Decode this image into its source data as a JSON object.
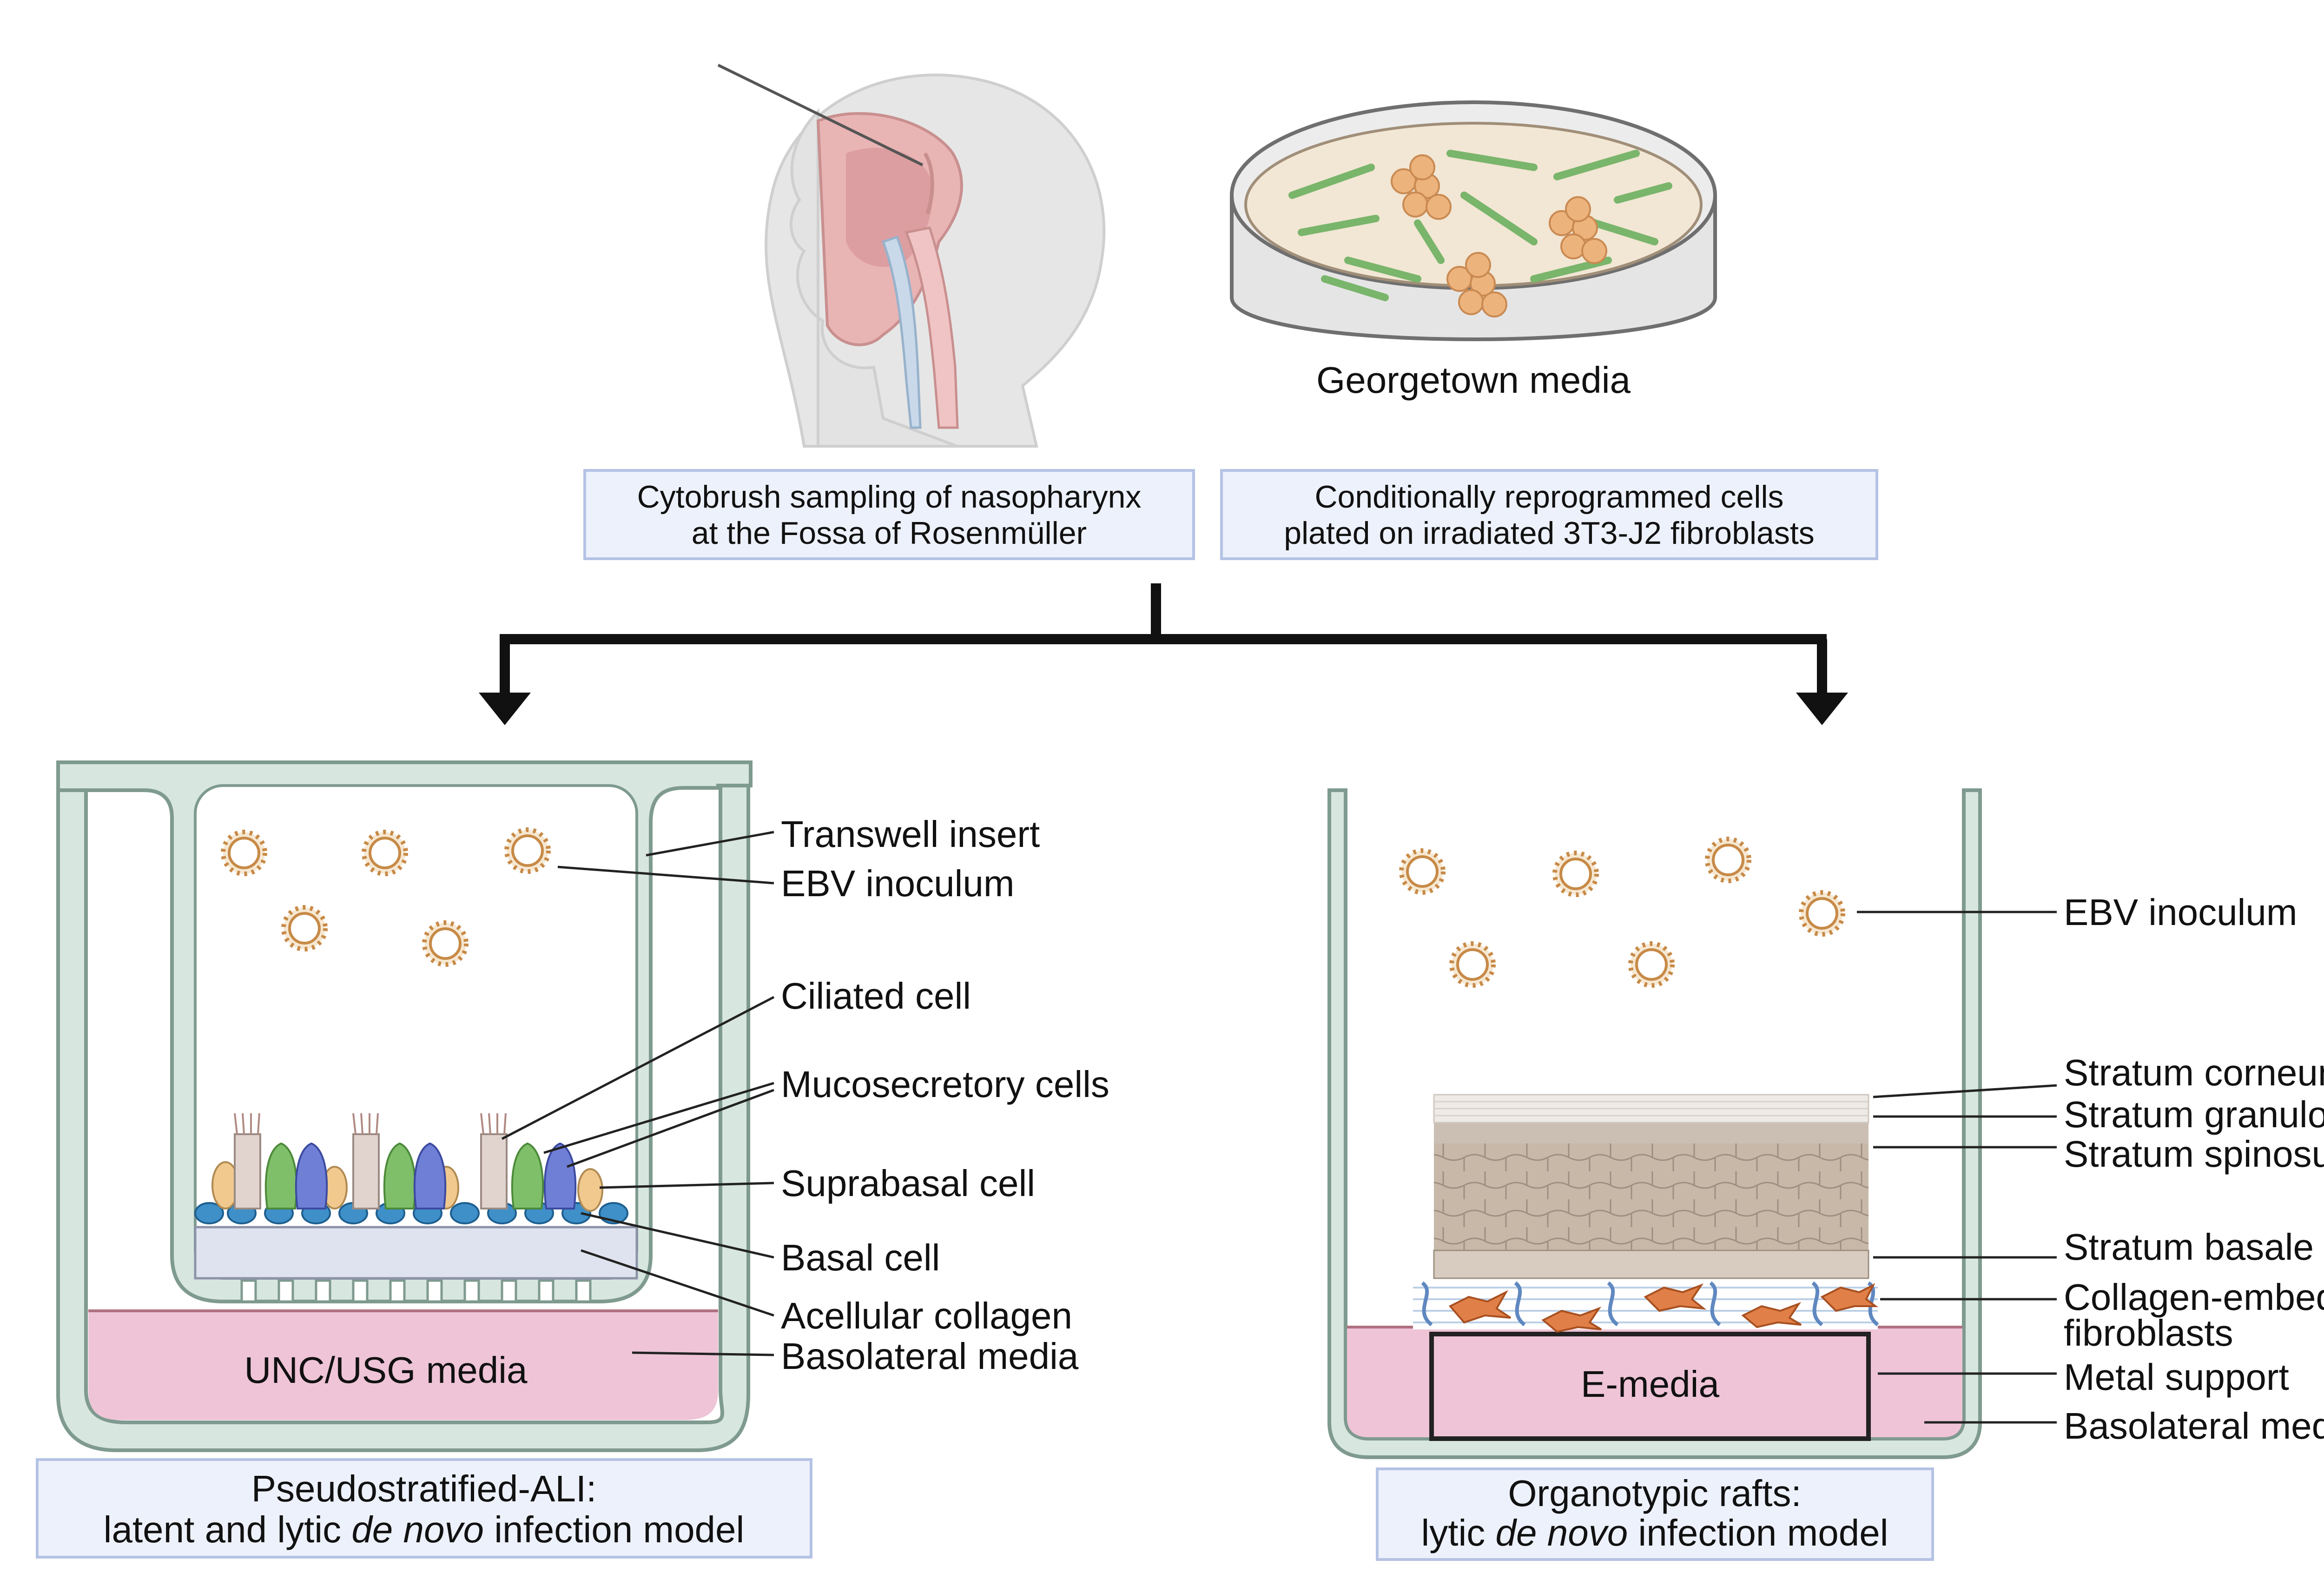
{
  "top": {
    "petri_label": "Georgetown media",
    "box_left": {
      "line1": "Cytobrush sampling of nasopharynx",
      "line2": "at the Fossa of Rosenmüller"
    },
    "box_right": {
      "line1": "Conditionally reprogrammed cells",
      "line2": "plated on irradiated 3T3-J2 fibroblasts"
    }
  },
  "left_model": {
    "media_label": "UNC/USG media",
    "labels": {
      "transwell": "Transwell insert",
      "ebv": "EBV inoculum",
      "ciliated": "Ciliated cell",
      "mucosecretory": "Mucosecretory cells",
      "suprabasal": "Suprabasal cell",
      "basal": "Basal cell",
      "collagen": "Acellular collagen",
      "basolateral": "Basolateral media"
    },
    "title_line1": "Pseudostratified-ALI:",
    "title_line2_pre": "latent and lytic ",
    "title_line2_em": "de novo",
    "title_line2_post": " infection model"
  },
  "right_model": {
    "media_label": "E-media",
    "labels": {
      "ebv": "EBV inoculum",
      "corneum": "Stratum corneum",
      "granulosum": "Stratum granulosum",
      "spinosum": "Stratum spinosum",
      "basale": "Stratum basale",
      "fibro1": "Collagen-embedded",
      "fibro2": "fibroblasts",
      "metal": "Metal support",
      "basolateral": "Basolateral media"
    },
    "title_line1": "Organotypic rafts:",
    "title_line2_pre": "lytic ",
    "title_line2_em": "de novo",
    "title_line2_post": " infection model"
  },
  "colors": {
    "insert_fill": "#d7e6df",
    "insert_stroke": "#7f9a8f",
    "media": "#eec4d6",
    "box_fill": "#edf1fb",
    "box_stroke": "#b4c2e4",
    "virus": "#c78a47"
  }
}
